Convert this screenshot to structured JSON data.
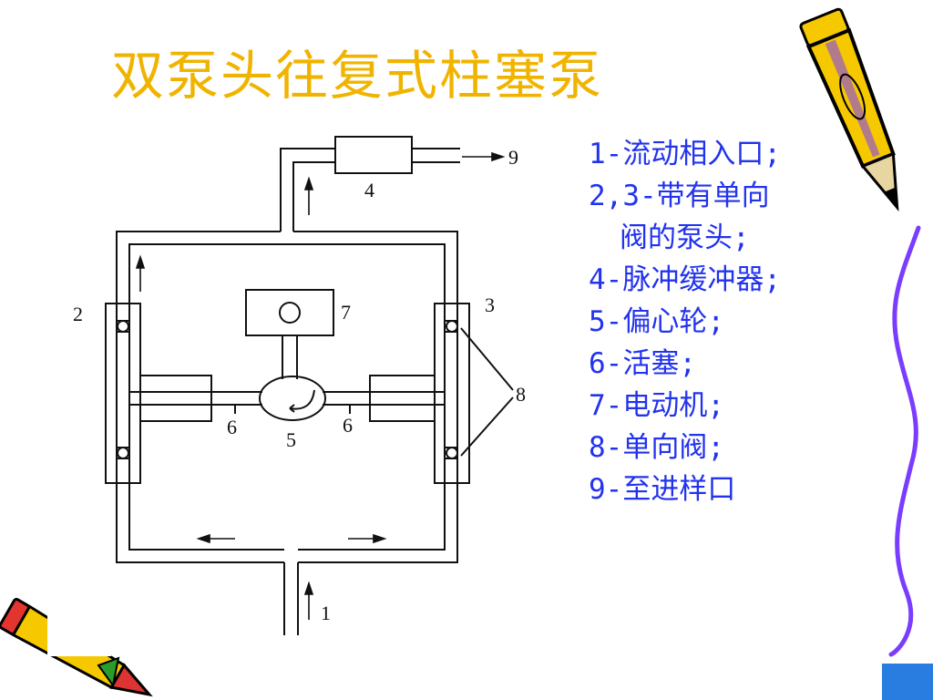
{
  "title": "双泵头往复式柱塞泵",
  "legend": [
    {
      "text": "1-流动相入口;"
    },
    {
      "text": "2,3-带有单向",
      "cont": "阀的泵头;"
    },
    {
      "text": "4-脉冲缓冲器;"
    },
    {
      "text": "5-偏心轮;"
    },
    {
      "text": "6-活塞;"
    },
    {
      "text": "7-电动机;"
    },
    {
      "text": "8-单向阀;"
    },
    {
      "text": "9-至进样口"
    }
  ],
  "diagram": {
    "labels": {
      "l1": "1",
      "l2": "2",
      "l3": "3",
      "l4": "4",
      "l5": "5",
      "l6a": "6",
      "l6b": "6",
      "l7": "7",
      "l8": "8",
      "l9": "9"
    }
  },
  "colors": {
    "title": "#f0b400",
    "legend_text": "#2233ee",
    "pencil_body": "#f5c800",
    "pencil_outline": "#000000",
    "accent_violet": "#7a3cff",
    "corner_square": "#2a7de0"
  },
  "icons": {
    "top_right": "pencil-icon",
    "bottom_left": "pencil-icon",
    "right_edge": "squiggle-line"
  }
}
